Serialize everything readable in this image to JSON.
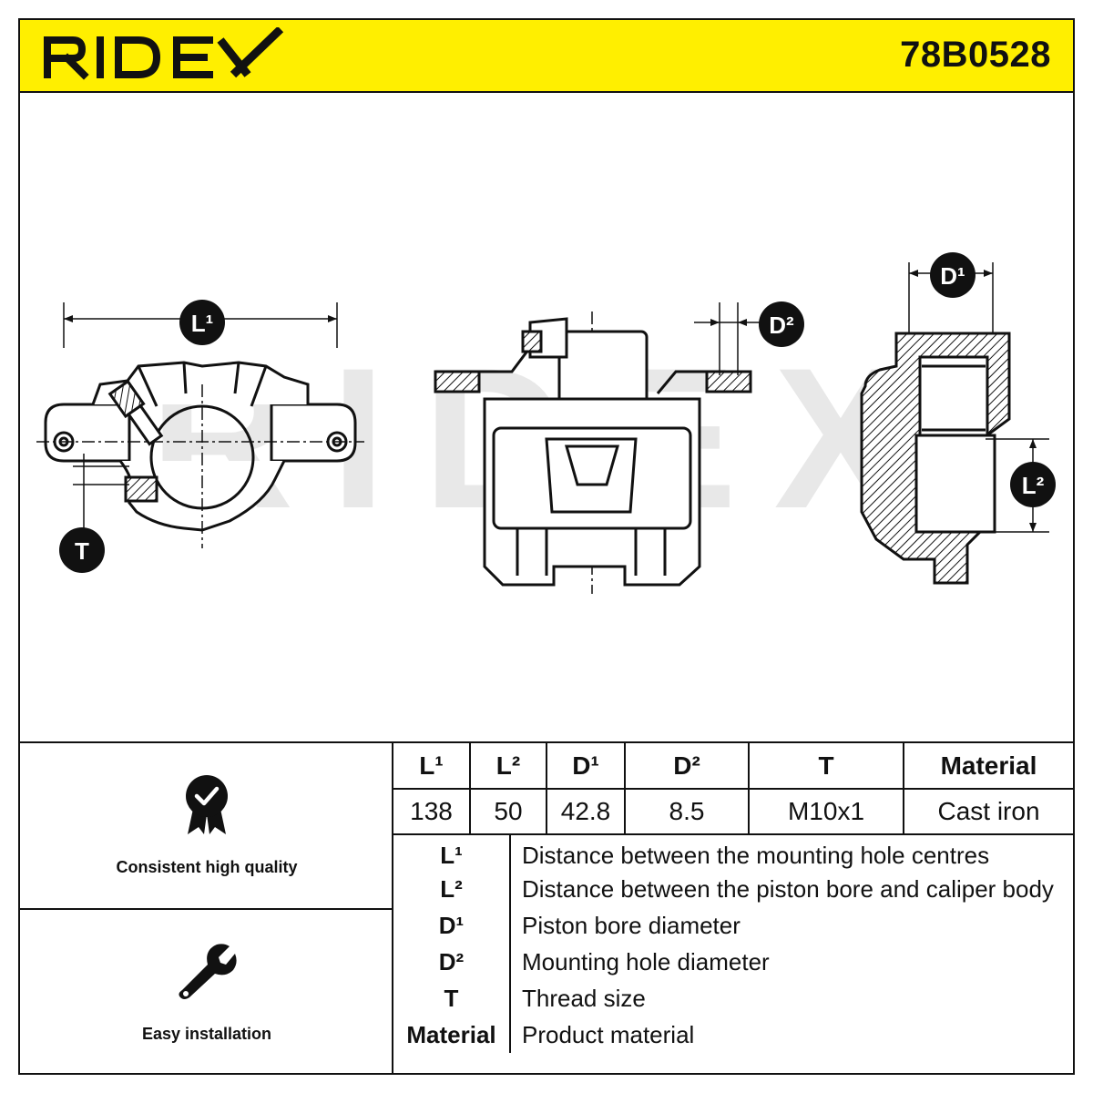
{
  "brand": {
    "name": "RIDEX",
    "accent_color": "#ffef00"
  },
  "part_number": "78B0528",
  "drawing": {
    "watermark": "RIDEX",
    "badges": {
      "l1": "L¹",
      "l2": "L²",
      "d1": "D¹",
      "d2": "D²",
      "t": "T"
    }
  },
  "features": [
    {
      "label": "Consistent high quality",
      "icon": "quality-badge-icon"
    },
    {
      "label": "Easy installation",
      "icon": "wrench-icon"
    }
  ],
  "dimensions": {
    "headers": [
      "L¹",
      "L²",
      "D¹",
      "D²",
      "T",
      "Material"
    ],
    "values": [
      "138",
      "50",
      "42.8",
      "8.5",
      "M10x1",
      "Cast iron"
    ]
  },
  "legend": [
    {
      "symbol": "L¹",
      "description": "Distance between the mounting hole centres"
    },
    {
      "symbol": "L²",
      "description": "Distance between the piston bore and caliper body"
    },
    {
      "symbol": "D¹",
      "description": "Piston bore diameter"
    },
    {
      "symbol": "D²",
      "description": "Mounting hole diameter"
    },
    {
      "symbol": "T",
      "description": "Thread size"
    },
    {
      "symbol": "Material",
      "description": "Product material"
    }
  ]
}
